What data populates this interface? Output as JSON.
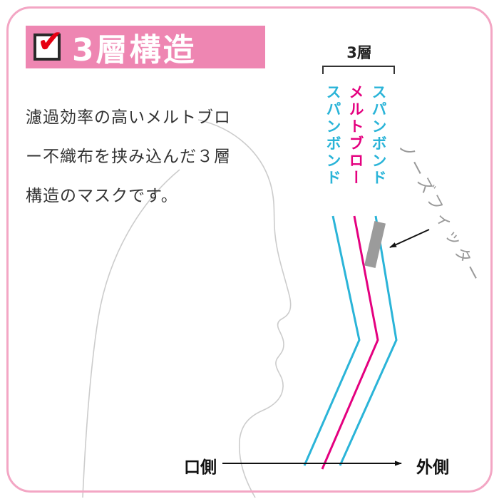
{
  "header": {
    "title": "3層構造",
    "check_glyph": "✔"
  },
  "description": {
    "lines": [
      "濾過効率の高いメルトブロ",
      "ー不織布を挟み込んだ３層",
      "構造のマスクです。"
    ]
  },
  "diagram": {
    "bracket_label": "3層",
    "layers": [
      {
        "name": "スパンボンド",
        "color": "#2ab4d8"
      },
      {
        "name": "メルトブロー",
        "color": "#e4007f"
      },
      {
        "name": "スパンボンド",
        "color": "#2ab4d8"
      }
    ],
    "nose_fitter_label": "ノーズフィッター",
    "mouth_side_label": "口側",
    "outer_side_label": "外側"
  },
  "colors": {
    "banner_pink": "#ee86b2",
    "border_pink": "#f3a6c4",
    "cyan": "#2ab4d8",
    "magenta": "#e4007f",
    "nose_fitter_gray": "#9b9b9b",
    "label_gray": "#9a9a9a",
    "face_outline": "#cccccc",
    "check_red": "#e60012",
    "text_dark": "#333333"
  }
}
